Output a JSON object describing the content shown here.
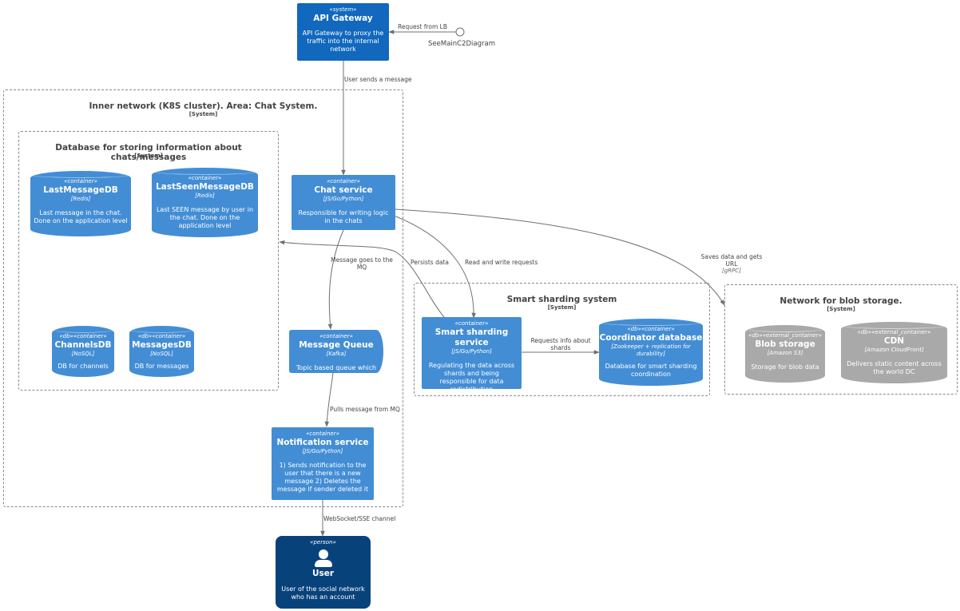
{
  "colors": {
    "container": "#438dd5",
    "system": "#1168bd",
    "person": "#08427b",
    "external": "#a9a9a9",
    "line": "#707070"
  },
  "api_gateway": {
    "stereotype": "«system»",
    "name": "API Gateway",
    "description": "API Gateway to proxy the traffic into the internal network"
  },
  "interface": {
    "label": "SeeMainC2Diagram"
  },
  "boundaries": {
    "inner": {
      "title": "Inner network (K8S cluster). Area: Chat System.",
      "type": "[System]"
    },
    "db": {
      "title": "Database for storing information about chats/messages",
      "type": "[System]"
    },
    "sharding": {
      "title": "Smart sharding system",
      "type": "[System]"
    },
    "blob": {
      "title": "Network for blob storage.",
      "type": "[System]"
    }
  },
  "nodes": {
    "last_message_db": {
      "stereotype": "«container»",
      "name": "LastMessageDB",
      "tech": "[Redis]",
      "description": "Last message in the chat. Done on the application level"
    },
    "last_seen_db": {
      "stereotype": "«container»",
      "name": "LastSeenMessageDB",
      "tech": "[Redis]",
      "description": "Last SEEN message by user in the chat. Done on the application level"
    },
    "channels_db": {
      "stereotype": "«db»«container»",
      "name": "ChannelsDB",
      "tech": "[NoSQL]",
      "description": "DB for channels"
    },
    "messages_db": {
      "stereotype": "«db»«container»",
      "name": "MessagesDB",
      "tech": "[NoSQL]",
      "description": "DB for messages"
    },
    "chat_service": {
      "stereotype": "«container»",
      "name": "Chat service",
      "tech": "[JS/Go/Python]",
      "description": "Responsible for writing logic in the chats"
    },
    "message_queue": {
      "stereotype": "«container»",
      "name": "Message Queue",
      "tech": "[Kafka]",
      "description": "Topic based queue which"
    },
    "notification_service": {
      "stereotype": "«container»",
      "name": "Notification service",
      "tech": "[JS/Go/Python]",
      "description": "1) Sends notification to the user that there is a new message 2) Deletes the message if sender deleted it"
    },
    "sharding_service": {
      "stereotype": "«container»",
      "name": "Smart sharding service",
      "tech": "[JS/Go/Python]",
      "description": "Regulating the data across shards and being responsible for data redistribution"
    },
    "coordinator_db": {
      "stereotype": "«db»«container»",
      "name": "Coordinator database",
      "tech": "[Zookeeper + replication for durability]",
      "description": "Database for smart sharding coordination"
    },
    "blob_storage": {
      "stereotype": "«db»«external_container»",
      "name": "Blob storage",
      "tech": "[Amazon S3]",
      "description": "Storage for blob data"
    },
    "cdn": {
      "stereotype": "«db»«external_container»",
      "name": "CDN",
      "tech": "[Amazon CloudFront]",
      "description": "Delivers static content across the world DC"
    },
    "user": {
      "stereotype": "«person»",
      "name": "User",
      "description": "User of the social network who has an account"
    }
  },
  "edges": {
    "request_from_lb": "Request from LB",
    "user_sends_message": "User sends a message",
    "message_goes_to_mq": "Message goes to the MQ",
    "persists_data": "Persists data",
    "read_write_requests": "Read and write requests",
    "saves_data": "Saves data and gets URL",
    "saves_data_tech": "[gRPC]",
    "requests_info": "Requests info about shards",
    "pulls_message": "Pulls message from MQ",
    "websocket": "WebSocket/SSE channel"
  },
  "icons": [
    "person-icon",
    "interface-icon",
    "arrow-head-icon"
  ]
}
